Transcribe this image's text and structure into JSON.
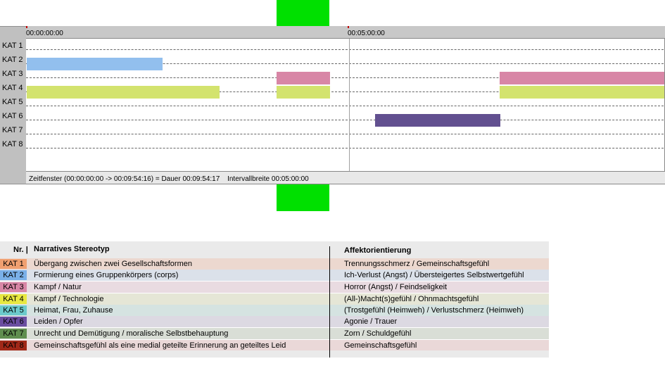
{
  "timeline": {
    "ruler": {
      "start_label": "00:00:00:00",
      "mid_label": "00:05:00:00"
    },
    "categories": [
      "KAT 1",
      "KAT 2",
      "KAT 3",
      "KAT 4",
      "KAT 5",
      "KAT 6",
      "KAT 7",
      "KAT 8"
    ],
    "status": {
      "window": "Zeitfenster (00:00:00:00 -> 00:09:54:16) = Dauer 00:09:54:17",
      "interval": "Intervallbreite 00:05:00:00"
    },
    "colors": {
      "kat2": "#92bfee",
      "kat3": "#d886a6",
      "kat4": "#d3e36e",
      "kat6": "#625090",
      "cursor": "#00e000"
    }
  },
  "legend": {
    "header": {
      "nr": "Nr. |",
      "stereotyp": "Narratives Stereotyp",
      "affekt": "Affektorientierung"
    },
    "rows": [
      {
        "kat": "KAT 1",
        "stereotyp": "Übergang zwischen zwei Gesellschaftsformen",
        "affekt": "Trennungsschmerz / Gemeinschaftsgefühl",
        "badge": "#f0a070",
        "bg": "#ecd8cf"
      },
      {
        "kat": "KAT 2",
        "stereotyp": "Formierung eines Gruppenkörpers (corps)",
        "affekt": "Ich-Verlust (Angst) / Übersteigertes Selbstwertgefühl",
        "badge": "#7ab0e8",
        "bg": "#dbe1ea"
      },
      {
        "kat": "KAT 3",
        "stereotyp": "Kampf / Natur",
        "affekt": "Horror (Angst) / Feindseligkeit",
        "badge": "#d886a6",
        "bg": "#e9dbe1"
      },
      {
        "kat": "KAT 4",
        "stereotyp": "Kampf / Technologie",
        "affekt": "(All-)Macht(s)gefühl / Ohnmachtsgefühl",
        "badge": "#e8e840",
        "bg": "#e5e6d6"
      },
      {
        "kat": "KAT 5",
        "stereotyp": "Heimat, Frau, Zuhause",
        "affekt": "(Trostgefühl (Heimweh) / Verlustschmerz (Heimweh)",
        "badge": "#6ccacb",
        "bg": "#d5e3e1"
      },
      {
        "kat": "KAT 6",
        "stereotyp": "Leiden / Opfer",
        "affekt": "Agonie / Trauer",
        "badge": "#6a4ea0",
        "bg": "#dcd9e2"
      },
      {
        "kat": "KAT 7",
        "stereotyp": "Unrecht und Demütigung / moralische Selbstbehauptung",
        "affekt": "Zorn / Schuldgefühl",
        "badge": "#5f8e4f",
        "bg": "#d9ded6"
      },
      {
        "kat": "KAT 8",
        "stereotyp": "Gemeinschaftsgefühl als eine medial geteilte Erinnerung an geteiltes Leid",
        "affekt": "Gemeinschaftsgefühl",
        "badge": "#a02818",
        "bg": "#ead8d8"
      }
    ]
  }
}
